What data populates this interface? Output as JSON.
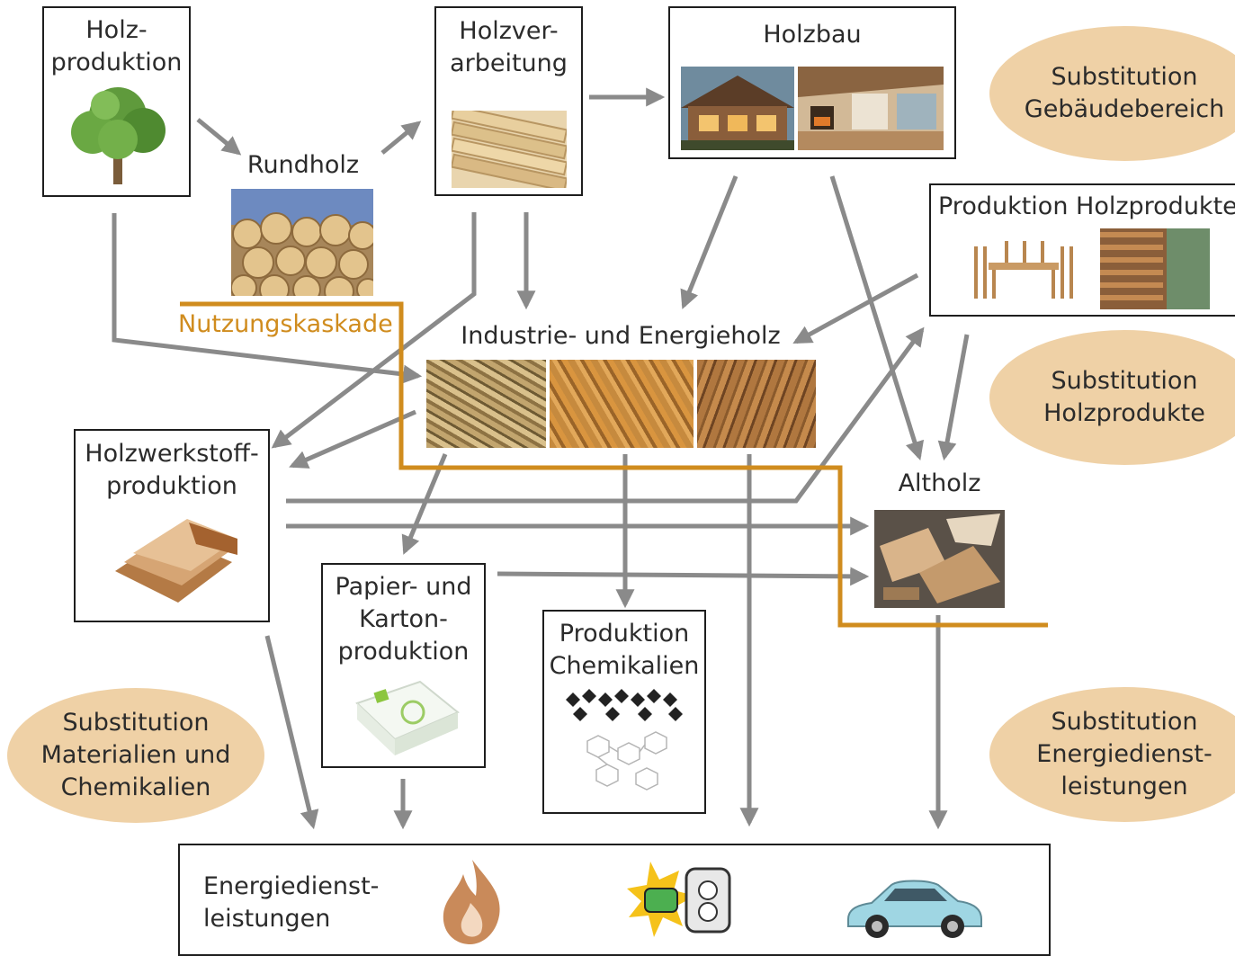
{
  "nodes": {
    "holzproduktion": "Holz-\nproduktion",
    "rundholz": "Rundholz",
    "holzverarbeitung": "Holzver-\narbeitung",
    "holzbau": "Holzbau",
    "produktion_holzprodukte": "Produktion Holzprodukte",
    "industrie_energieholz": "Industrie- und Energieholz",
    "holzwerkstoff": "Holzwerkstoff-\nproduktion",
    "altholz": "Altholz",
    "papier": "Papier- und\nKarton-\nproduktion",
    "chemikalien": "Produktion\nChemikalien",
    "energiedienst": "Energiedienst-\nleistungen"
  },
  "cascade_label": "Nutzungskaskade",
  "substitution": {
    "gebaeude": "Substitution\nGebäudebereich",
    "holzprodukte": "Substitution\nHolzprodukte",
    "materialien": "Substitution\nMaterialien und\nChemikalien",
    "energie": "Substitution\nEnergiedienst-\nleistungen"
  },
  "colors": {
    "arrow": "#8a8a8a",
    "cascade": "#d08c1e",
    "oval": "#efd1a6",
    "border": "#1e1e1e"
  },
  "icons": [
    "tree-icon",
    "logs-icon",
    "lumber-icon",
    "house-icon",
    "interior-icon",
    "furniture-icon",
    "pallets-icon",
    "wood-chips-icon",
    "wood-shavings-icon",
    "wood-pellets-icon",
    "boards-icon",
    "paper-icon",
    "molecule-icon",
    "scrap-wood-icon",
    "flame-icon",
    "power-plug-icon",
    "car-icon"
  ]
}
